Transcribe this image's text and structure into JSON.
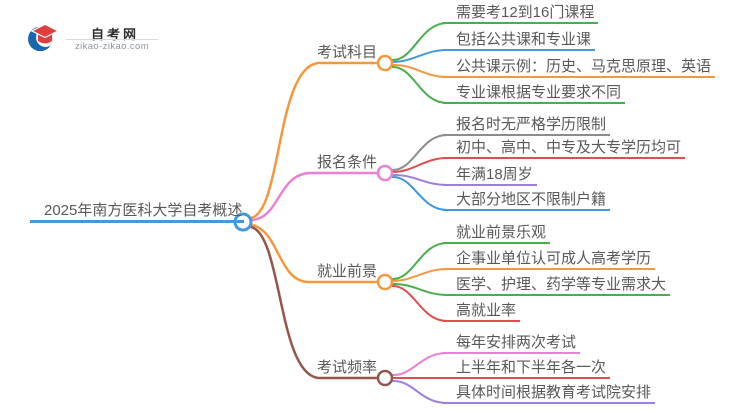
{
  "site": {
    "name": "自考网",
    "url": "zikao-zikao.com"
  },
  "root": {
    "label": "2025年南方医科大学自考概述",
    "color": "#4598d9"
  },
  "branches": [
    {
      "label": "考试科目",
      "color": "#f7973d",
      "children": [
        {
          "text": "需要考12到16门课程",
          "color": "#47b04b"
        },
        {
          "text": "包括公共课和专业课",
          "color": "#4598d9"
        },
        {
          "text": "公共课示例：历史、马克思原理、英语",
          "color": "#f7973d"
        },
        {
          "text": "专业课根据专业要求不同",
          "color": "#47b04b"
        }
      ]
    },
    {
      "label": "报名条件",
      "color": "#ec7fd4",
      "children": [
        {
          "text": "报名时无严格学历限制",
          "color": "#8c8c8c"
        },
        {
          "text": "初中、高中、中专及大专学历均可",
          "color": "#e14c4c"
        },
        {
          "text": "年满18周岁",
          "color": "#9d7ede"
        },
        {
          "text": "大部分地区不限制户籍",
          "color": "#3d96e0"
        }
      ]
    },
    {
      "label": "就业前景",
      "color": "#f7973d",
      "children": [
        {
          "text": "就业前景乐观",
          "color": "#47b04b"
        },
        {
          "text": "企事业单位认可成人高考学历",
          "color": "#f7973d"
        },
        {
          "text": "医学、护理、药学等专业需求大",
          "color": "#47b04b"
        },
        {
          "text": "高就业率",
          "color": "#e14c4c"
        }
      ]
    },
    {
      "label": "考试频率",
      "color": "#955649",
      "children": [
        {
          "text": "每年安排两次考试",
          "color": "#ec7fd4"
        },
        {
          "text": "上半年和下半年各一次",
          "color": "#e14c4c"
        },
        {
          "text": "具体时间根据教育考试院安排",
          "color": "#9d7ede"
        }
      ]
    }
  ],
  "logo_colors": {
    "crescent_blue": "#1b66b1",
    "cap_red": "#e03e3e"
  }
}
